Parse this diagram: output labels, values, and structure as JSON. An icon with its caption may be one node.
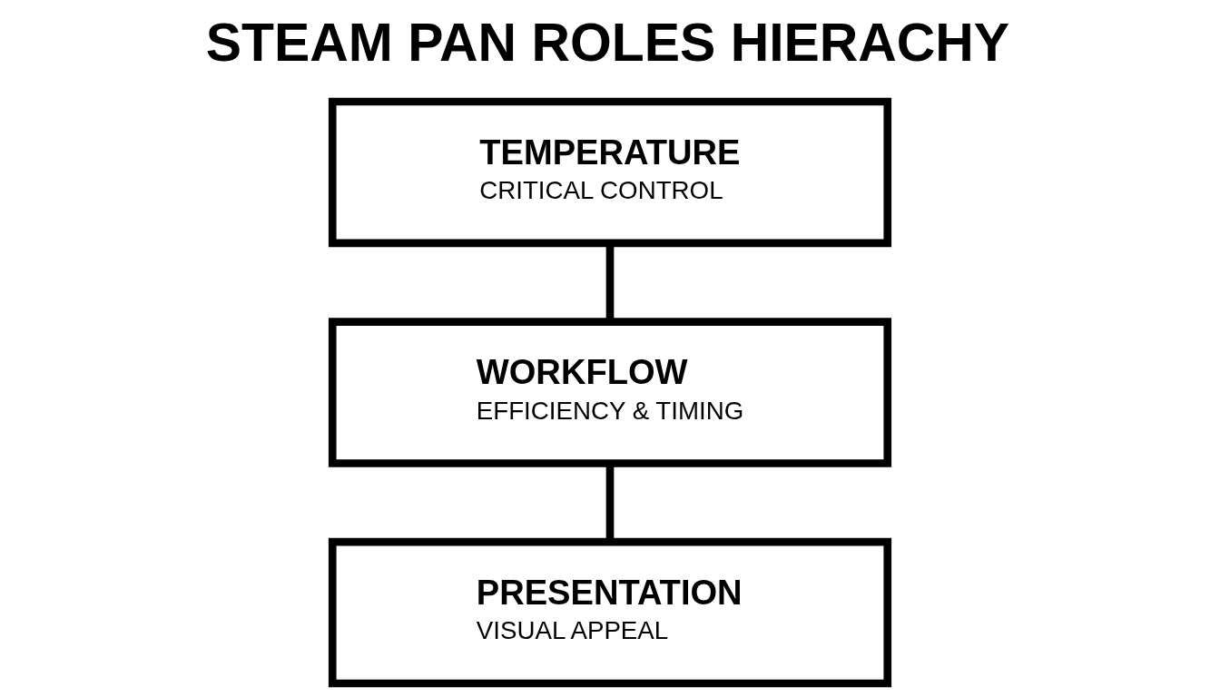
{
  "diagram": {
    "title": "STEAM PAN ROLES HIERACHY",
    "nodes": [
      {
        "text": [
          "TEMPERATURE",
          "CRITICAL CONTROL"
        ]
      },
      {
        "text": [
          "WORKFLOW",
          "EFFICIENCY & TIMING"
        ]
      },
      {
        "text": [
          "PRESENTATION",
          "VISUAL APPEAL"
        ]
      }
    ],
    "edges": [
      {
        "from": 0,
        "to": 1,
        "arrow": "none"
      },
      {
        "from": 1,
        "to": 2,
        "arrow": "none"
      }
    ]
  }
}
